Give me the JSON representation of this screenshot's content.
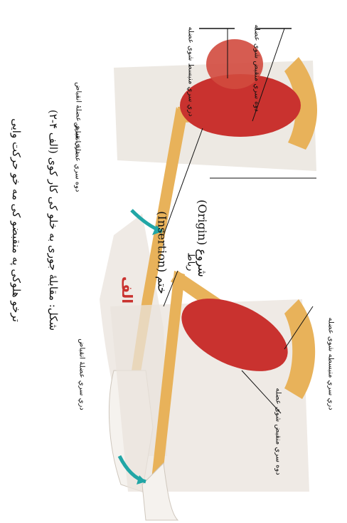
{
  "figure": {
    "alef_label": "الف",
    "caption_line1": "(۲-۴ الف) شکل: مقابلۀ جوری به خلو کی کار کوی",
    "caption_line2": "ترخو هلوکی په منقبضو کی مه خو حرکت وایی",
    "colors": {
      "muscle": "#c9322f",
      "bone": "#e8b25a",
      "arrow": "#21a6a6",
      "skin": "#e9e3dc"
    }
  },
  "top_arm": {
    "labels": {
      "biceps_origin": "دوه سري منقبض شوی عضله",
      "triceps_relaxed": "دري سري منبسط شوی عضله",
      "triceps_name": "دري سري عضلهٔ انقباض",
      "triceps_name2": "دوه سري عضلهٔ انقباض",
      "origin": "(Origin) شروع",
      "insertion": "(Insertion) ختم",
      "ligament": "رباط"
    }
  },
  "bottom_arm": {
    "labels": {
      "triceps_name": "دري سري عضلهٔ انقباض",
      "biceps_relaxed": "دري سري منبسطه شوی عضله",
      "biceps_contracted": "دوه سري منقبض شوی عضله"
    }
  }
}
